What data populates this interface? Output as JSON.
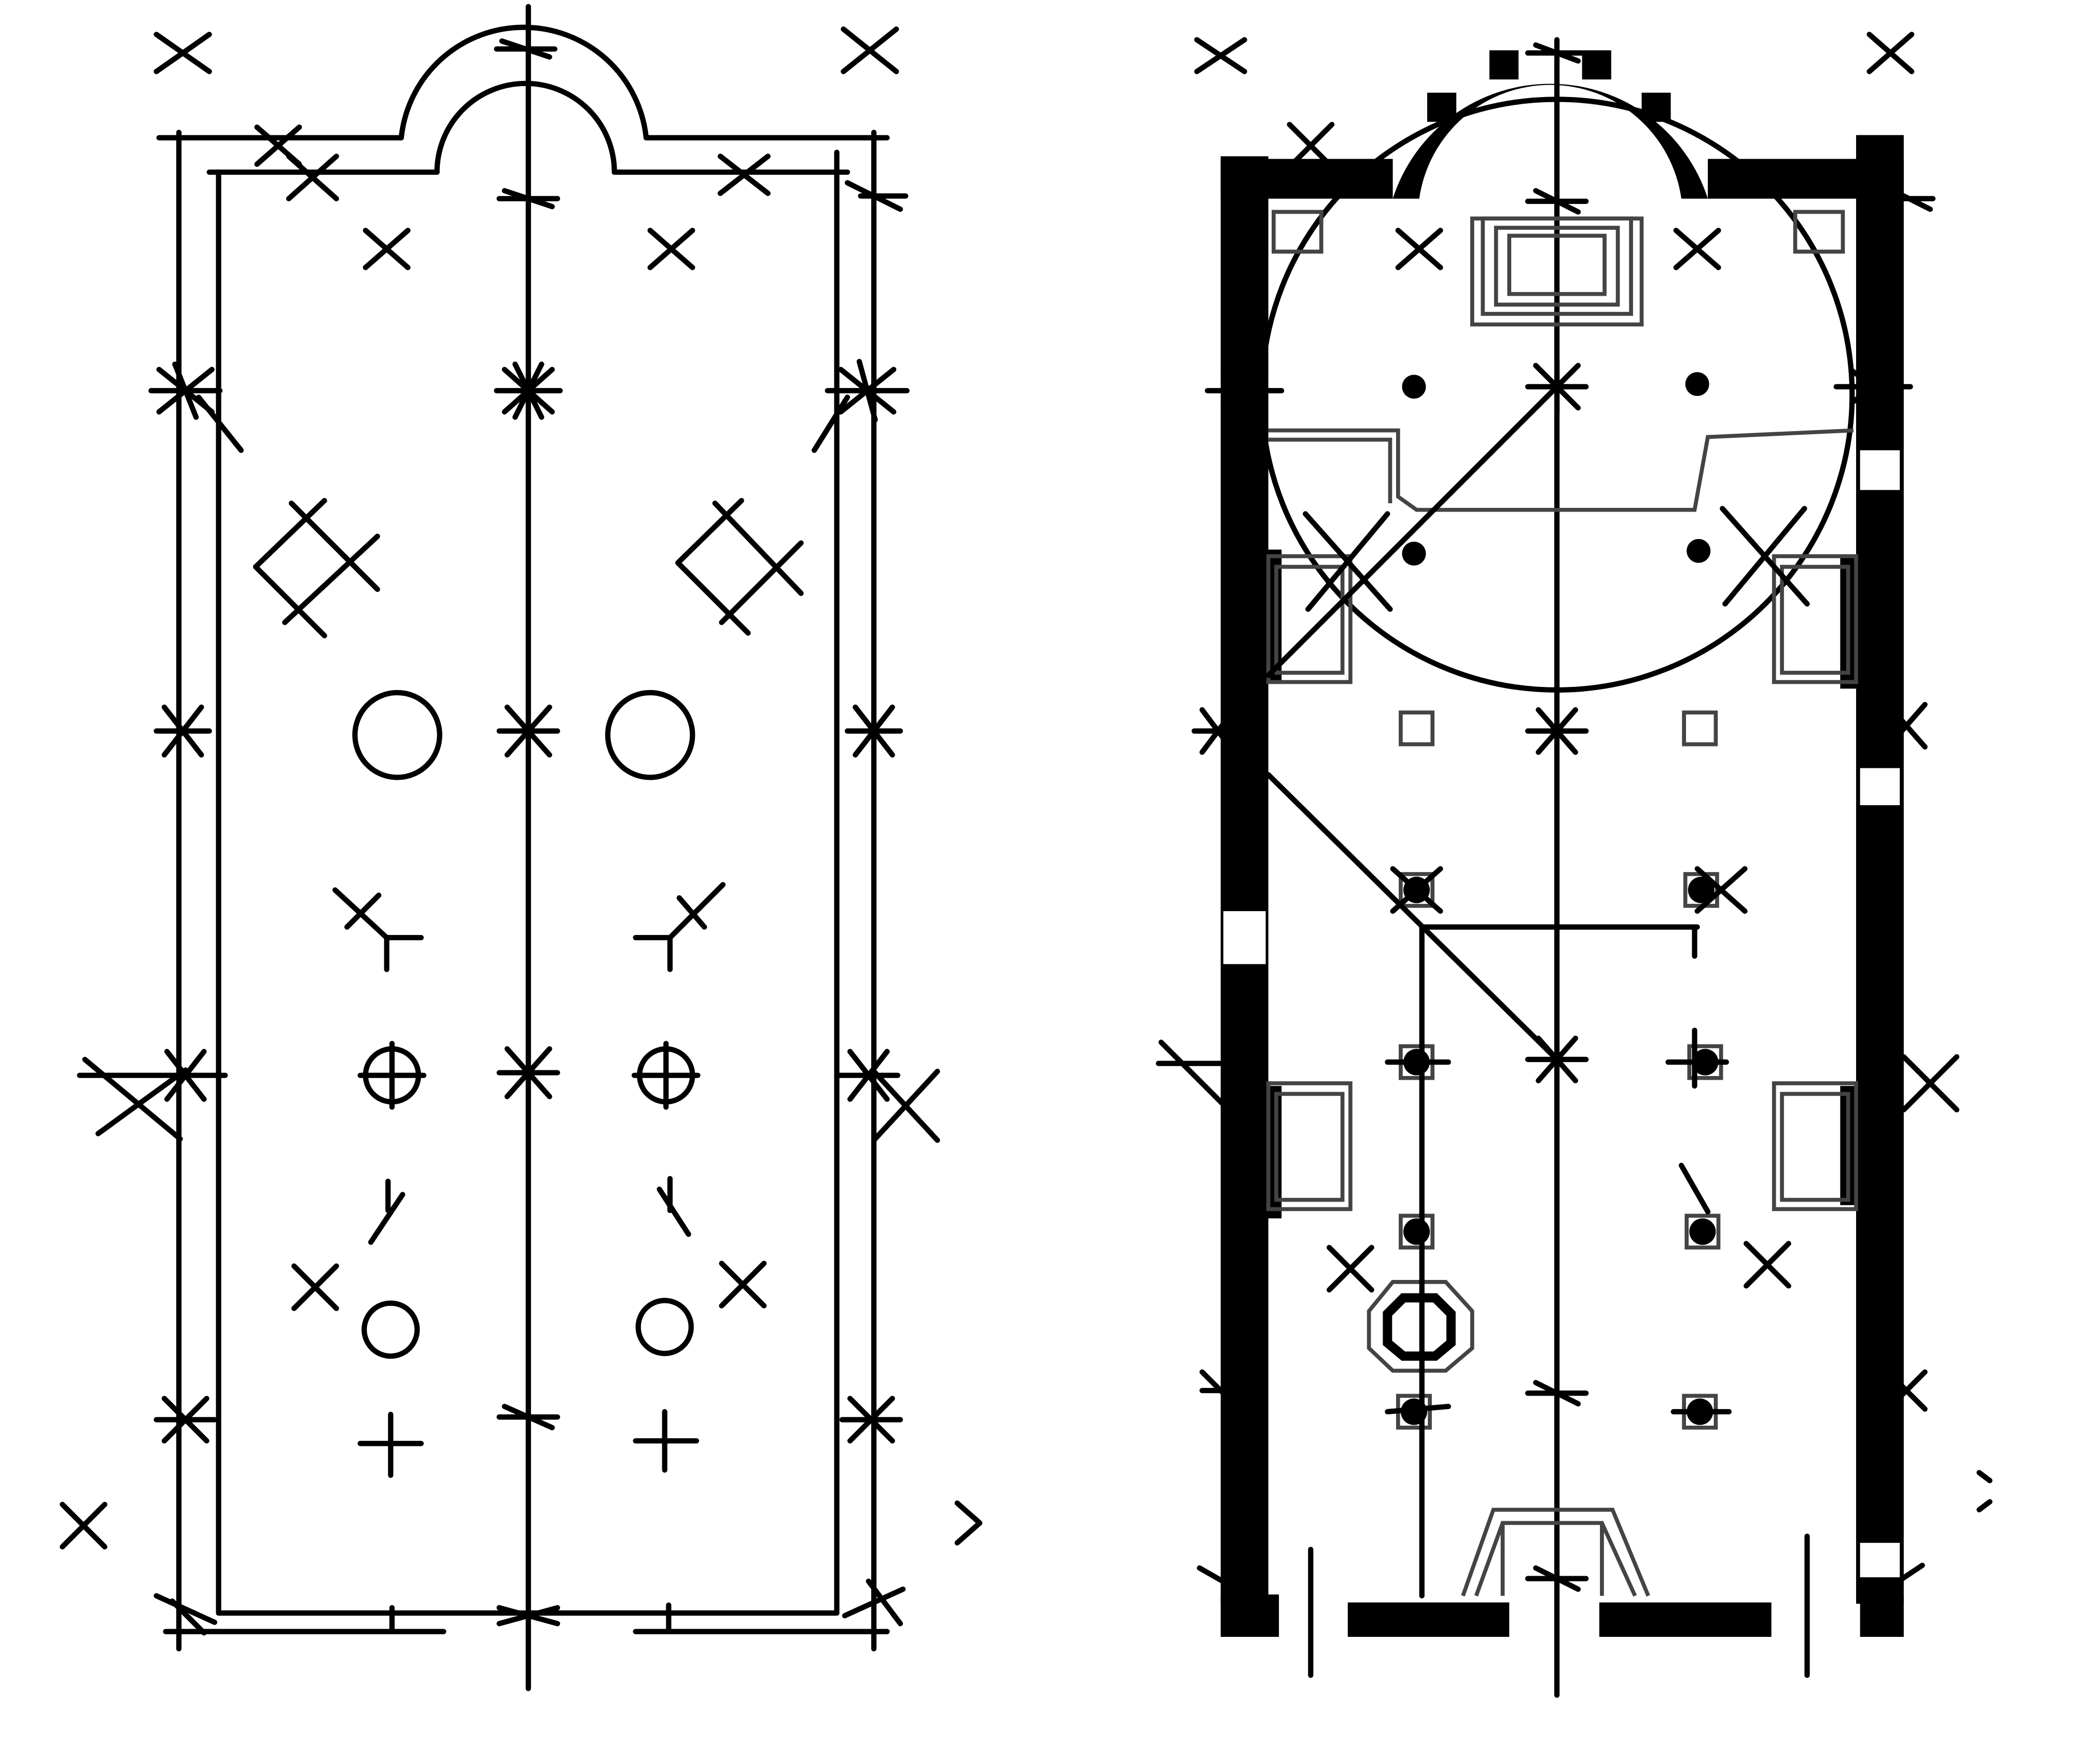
{
  "figure": {
    "description_free": true,
    "panels": [
      {
        "id": "left",
        "kind": "geometric-construction"
      },
      {
        "id": "right",
        "kind": "floor-plan"
      }
    ]
  }
}
